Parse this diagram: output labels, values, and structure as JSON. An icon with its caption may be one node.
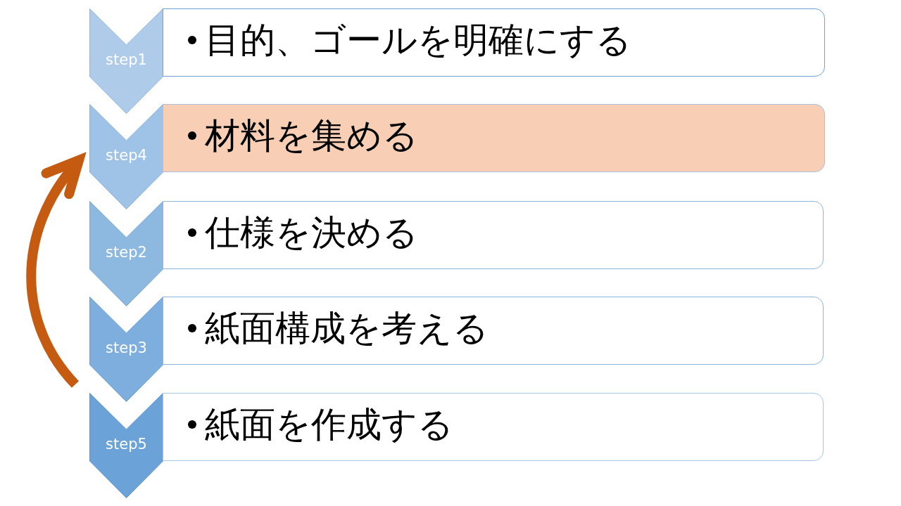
{
  "diagram": {
    "nodes": [
      {
        "text": [
          "step1"
        ]
      },
      {
        "text": [
          "目的、ゴールを明確にする"
        ]
      },
      {
        "text": [
          "step4"
        ]
      },
      {
        "text": [
          "材料を集める"
        ]
      },
      {
        "text": [
          "step2"
        ]
      },
      {
        "text": [
          "仕様を決める"
        ]
      },
      {
        "text": [
          "step3"
        ]
      },
      {
        "text": [
          "紙面構成を考える"
        ]
      },
      {
        "text": [
          "step5"
        ]
      },
      {
        "text": [
          "紙面を作成する"
        ]
      }
    ],
    "edges": [
      {
        "from": null,
        "to": 2,
        "arrow": "to",
        "color": "#c55a11"
      }
    ]
  }
}
